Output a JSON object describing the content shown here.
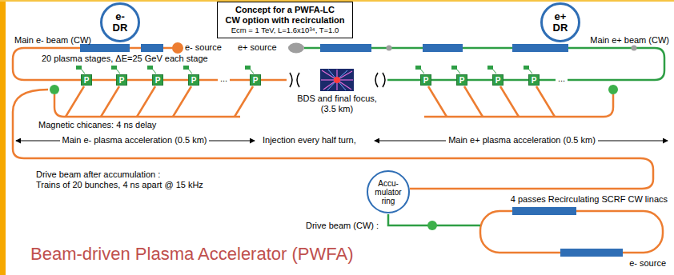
{
  "diagram": {
    "caption": "Beam-driven Plasma Accelerator (PWFA)",
    "nodes": [
      {
        "text": [
          "e- DR"
        ]
      },
      {
        "text": [
          "Concept for a PWFA-LC",
          "CW option with recirculation",
          "Ecm = 1 TeV, L=1.6x10³⁴, T=1.0"
        ]
      },
      {
        "text": [
          "e+ DR"
        ]
      },
      {
        "text": [
          "P"
        ]
      },
      {
        "text": [
          "P"
        ]
      },
      {
        "text": [
          "P"
        ]
      },
      {
        "text": [
          "P"
        ]
      },
      {
        "text": [
          "P"
        ]
      },
      {
        "text": [
          "P"
        ]
      },
      {
        "text": [
          "P"
        ]
      },
      {
        "text": [
          "P"
        ]
      },
      {
        "text": [
          "P"
        ]
      },
      {
        "text": [
          "Accu- mulator ring"
        ]
      }
    ],
    "edges": [
      {
        "from": 3,
        "to": 4,
        "arrow": "none"
      },
      {
        "from": 4,
        "to": 5,
        "arrow": "none"
      },
      {
        "from": 5,
        "to": 6,
        "arrow": "none"
      },
      {
        "from": 8,
        "to": 9,
        "arrow": "none"
      },
      {
        "from": 9,
        "to": 10,
        "arrow": "none"
      },
      {
        "from": 10,
        "to": 11,
        "arrow": "none"
      }
    ],
    "labels": [
      "Main e- beam (CW)",
      "e- source",
      "e+ source",
      "Main e+ beam (CW)",
      "20 plasma stages, ΔE=25 GeV each stage",
      "...",
      "...",
      "BDS and final focus,",
      "(3.5 km)",
      "Magnetic chicanes: 4 ns delay",
      "Main e- plasma acceleration (0.5 km)",
      "Injection every half turn,",
      "Main e+ plasma acceleration (0.5 km)",
      "Drive beam after accumulation :",
      "Trains of 20 bunches, 4 ns apart @ 15 kHz",
      "4 passes Recirculating SCRF CW linacs",
      "Drive beam (CW) :",
      "e- source"
    ]
  }
}
